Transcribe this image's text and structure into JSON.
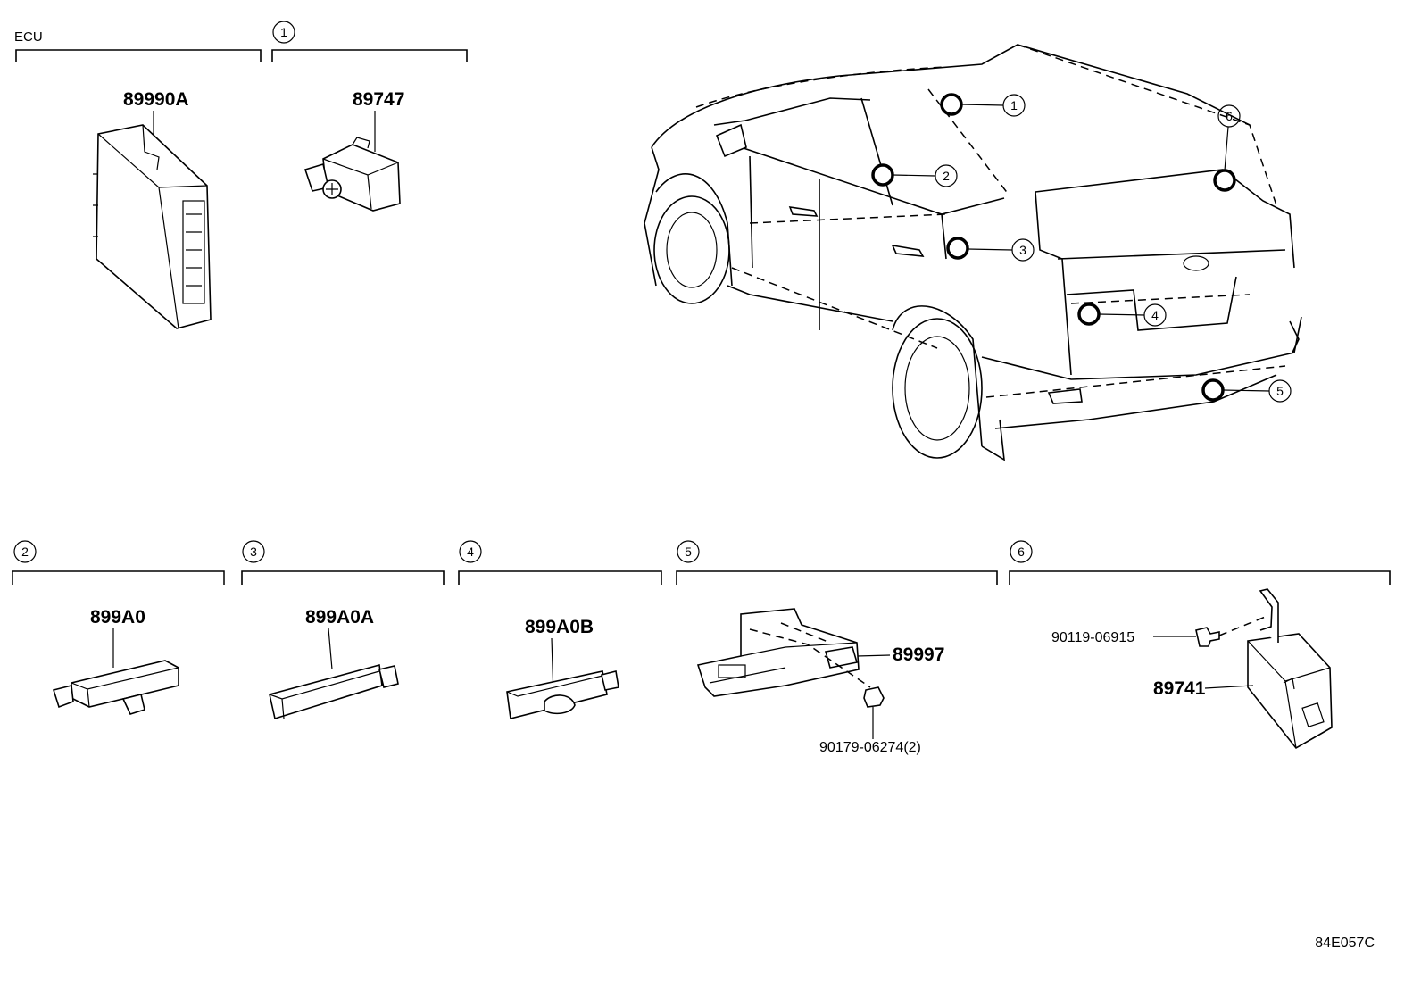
{
  "sections": {
    "ecu": {
      "title": "ECU",
      "part": "89990A"
    },
    "s1": {
      "index": "1",
      "part": "89747"
    },
    "s2": {
      "index": "2",
      "part": "899A0"
    },
    "s3": {
      "index": "3",
      "part": "899A0A"
    },
    "s4": {
      "index": "4",
      "part": "899A0B"
    },
    "s5": {
      "index": "5",
      "part": "89997",
      "fastener": "90179-06274(2)"
    },
    "s6": {
      "index": "6",
      "part": "89741",
      "fastener": "90119-06915"
    }
  },
  "vehicle_callouts": [
    "1",
    "2",
    "3",
    "4",
    "5",
    "6"
  ],
  "diagram_code": "84E057C"
}
